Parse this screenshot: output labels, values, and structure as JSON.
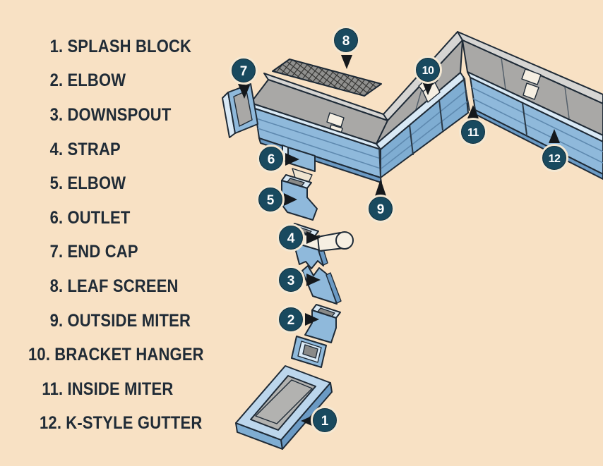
{
  "figure": "exploded parts diagram of a rain gutter system",
  "legend": {
    "items": [
      {
        "num": "1.",
        "label": "SPLASH BLOCK"
      },
      {
        "num": "2.",
        "label": "ELBOW"
      },
      {
        "num": "3.",
        "label": "DOWNSPOUT"
      },
      {
        "num": "4.",
        "label": "STRAP"
      },
      {
        "num": "5.",
        "label": "ELBOW"
      },
      {
        "num": "6.",
        "label": "OUTLET"
      },
      {
        "num": "7.",
        "label": "END CAP"
      },
      {
        "num": "8.",
        "label": "LEAF SCREEN"
      },
      {
        "num": "9.",
        "label": "OUTSIDE MITER"
      },
      {
        "num": "10.",
        "label": "BRACKET HANGER"
      },
      {
        "num": "11.",
        "label": "INSIDE MITER"
      },
      {
        "num": "12.",
        "label": "K-STYLE GUTTER"
      }
    ]
  },
  "callouts": [
    {
      "number": "1",
      "part": "SPLASH BLOCK"
    },
    {
      "number": "2",
      "part": "ELBOW"
    },
    {
      "number": "3",
      "part": "DOWNSPOUT"
    },
    {
      "number": "4",
      "part": "STRAP"
    },
    {
      "number": "5",
      "part": "ELBOW"
    },
    {
      "number": "6",
      "part": "OUTLET"
    },
    {
      "number": "7",
      "part": "END CAP"
    },
    {
      "number": "8",
      "part": "LEAF SCREEN"
    },
    {
      "number": "9",
      "part": "OUTSIDE MITER"
    },
    {
      "number": "10",
      "part": "BRACKET HANGER"
    },
    {
      "number": "11",
      "part": "INSIDE MITER"
    },
    {
      "number": "12",
      "part": "K-STYLE GUTTER"
    }
  ],
  "palette": {
    "background": "#f8e1c4",
    "ink": "#202b36",
    "badge": "#194a5f",
    "badge_text": "#ffffff",
    "gutter_blue": "#8fb9db",
    "gutter_blue_light": "#bcd6ec",
    "gutter_lip": "#d9e9f5",
    "fascia_gray": "#a9a8a6",
    "cap_gray": "#d6d5d3",
    "strap_white": "#f6efe2"
  }
}
